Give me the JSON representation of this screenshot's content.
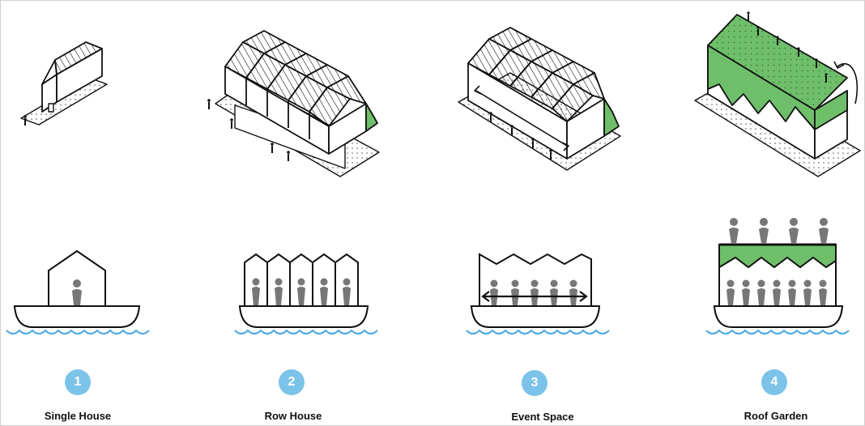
{
  "colors": {
    "ink": "#111111",
    "green": "#6fbf6a",
    "people": "#777777",
    "water": "#4aa8e0",
    "badge": "#7cc3ea"
  },
  "panels": [
    {
      "number": "1",
      "label": "Single House"
    },
    {
      "number": "2",
      "label": "Row House"
    },
    {
      "number": "3",
      "label": "Event Space"
    },
    {
      "number": "4",
      "label": "Roof Garden"
    }
  ]
}
